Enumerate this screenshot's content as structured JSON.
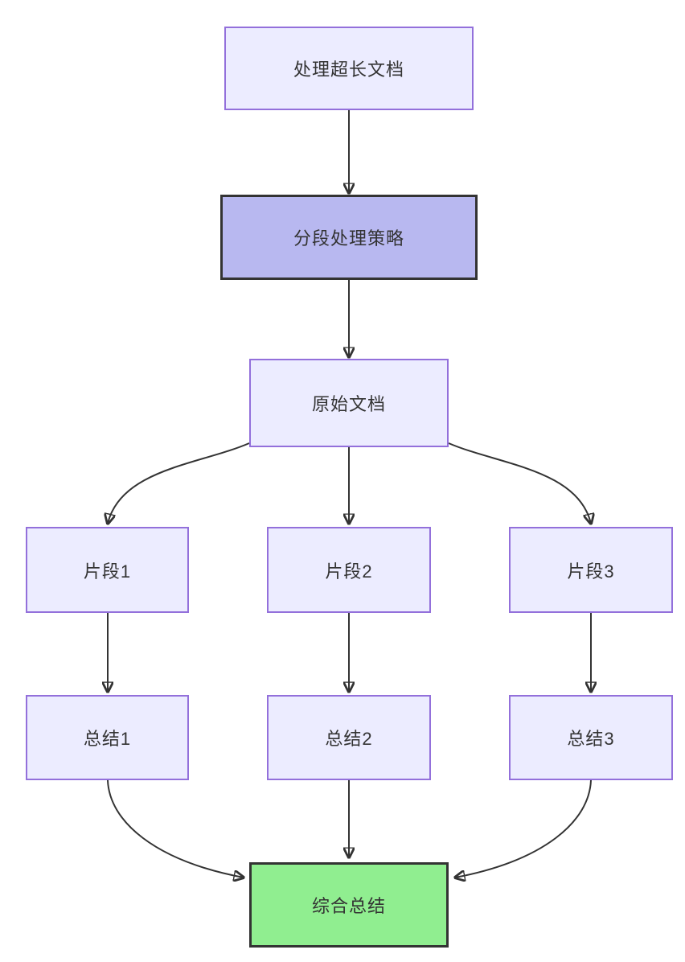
{
  "diagram": {
    "type": "flowchart",
    "direction": "top-down",
    "nodes": [
      {
        "id": "A",
        "label": "处理超长文档",
        "style": "default"
      },
      {
        "id": "B",
        "label": "分段处理策略",
        "style": "highlight-purple"
      },
      {
        "id": "C",
        "label": "原始文档",
        "style": "default"
      },
      {
        "id": "D1",
        "label": "片段1",
        "style": "default"
      },
      {
        "id": "D2",
        "label": "片段2",
        "style": "default"
      },
      {
        "id": "D3",
        "label": "片段3",
        "style": "default"
      },
      {
        "id": "E1",
        "label": "总结1",
        "style": "default"
      },
      {
        "id": "E2",
        "label": "总结2",
        "style": "default"
      },
      {
        "id": "E3",
        "label": "总结3",
        "style": "default"
      },
      {
        "id": "F",
        "label": "综合总结",
        "style": "highlight-green"
      }
    ],
    "edges": [
      {
        "from": "A",
        "to": "B"
      },
      {
        "from": "B",
        "to": "C"
      },
      {
        "from": "C",
        "to": "D1"
      },
      {
        "from": "C",
        "to": "D2"
      },
      {
        "from": "C",
        "to": "D3"
      },
      {
        "from": "D1",
        "to": "E1"
      },
      {
        "from": "D2",
        "to": "E2"
      },
      {
        "from": "D3",
        "to": "E3"
      },
      {
        "from": "E1",
        "to": "F"
      },
      {
        "from": "E2",
        "to": "F"
      },
      {
        "from": "E3",
        "to": "F"
      }
    ],
    "colors": {
      "node_fill": "#ECECFF",
      "node_border": "#9370DB",
      "highlight_fill": "#b8b8f0",
      "highlight_border": "#333333",
      "green_fill": "#90EE90",
      "green_border": "#333333",
      "edge": "#333333",
      "text": "#333333",
      "background": "#ffffff"
    }
  }
}
